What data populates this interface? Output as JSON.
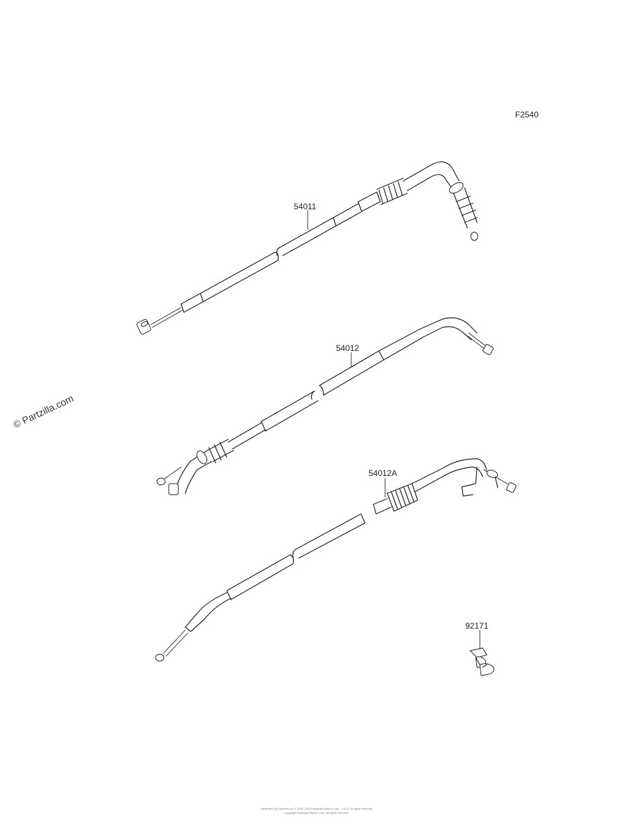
{
  "figure_code": "F2540",
  "watermark": "© Partzilla.com",
  "parts": [
    {
      "number": "54011"
    },
    {
      "number": "54012"
    },
    {
      "number": "54012A"
    },
    {
      "number": "92171"
    }
  ],
  "footer": {
    "line1": "Generated by Partzilla.com © 2001-2024 Kawasaki Motors Corp., U.S.A. All rights reserved.",
    "line2": "Copyright Kawasaki Motors Corp. All rights reserved."
  }
}
